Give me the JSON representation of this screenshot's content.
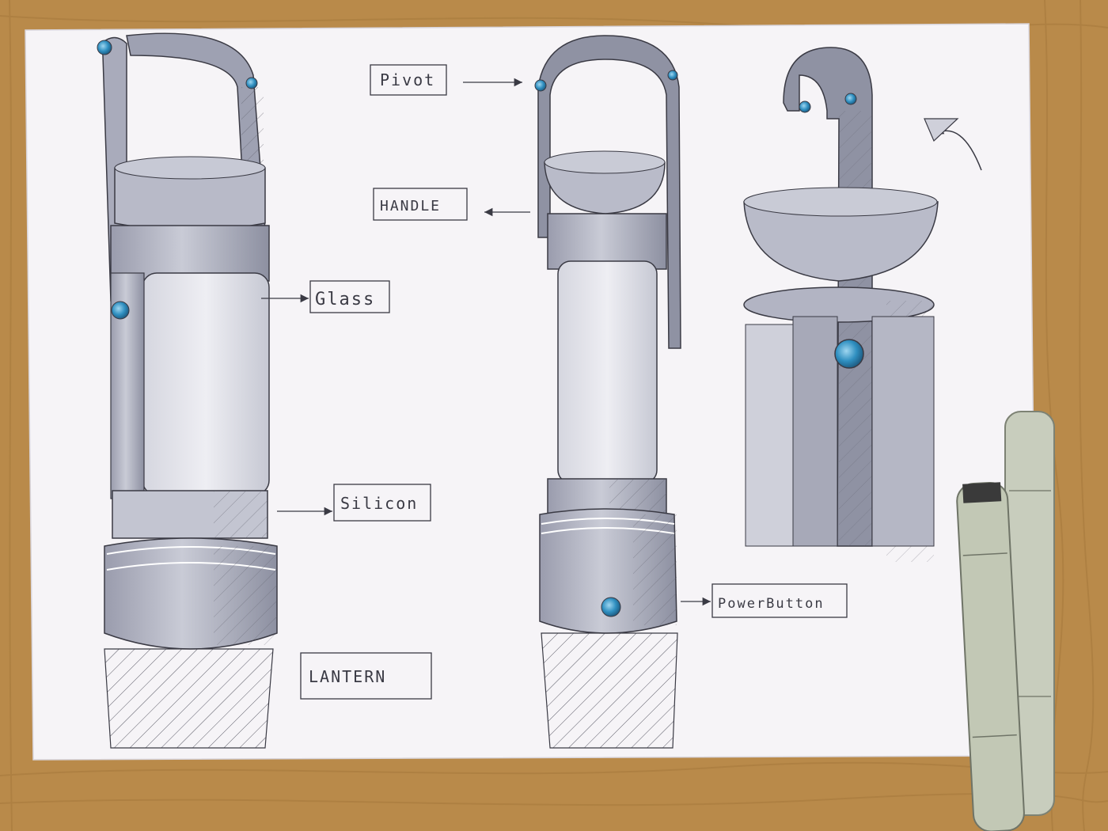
{
  "colors": {
    "table": "#b98a4a",
    "table_grain": "#9c6f34",
    "paper": "#f6f4f7",
    "marker_gray": "#b4b6c4",
    "marker_dark": "#8f92a3",
    "ink": "#3a3a44",
    "button_blue": "#2f8fc0",
    "pen_body": "#c4cab8"
  },
  "labels": {
    "pivot": "Pivot",
    "handle": "HANDLE",
    "glass": "Glass",
    "silicon": "Silicon",
    "lantern": "LANTERN",
    "power_button": "PowerButton"
  },
  "icons": {
    "arrow": "arrow-icon",
    "rotate": "rotate-arrow-icon"
  }
}
